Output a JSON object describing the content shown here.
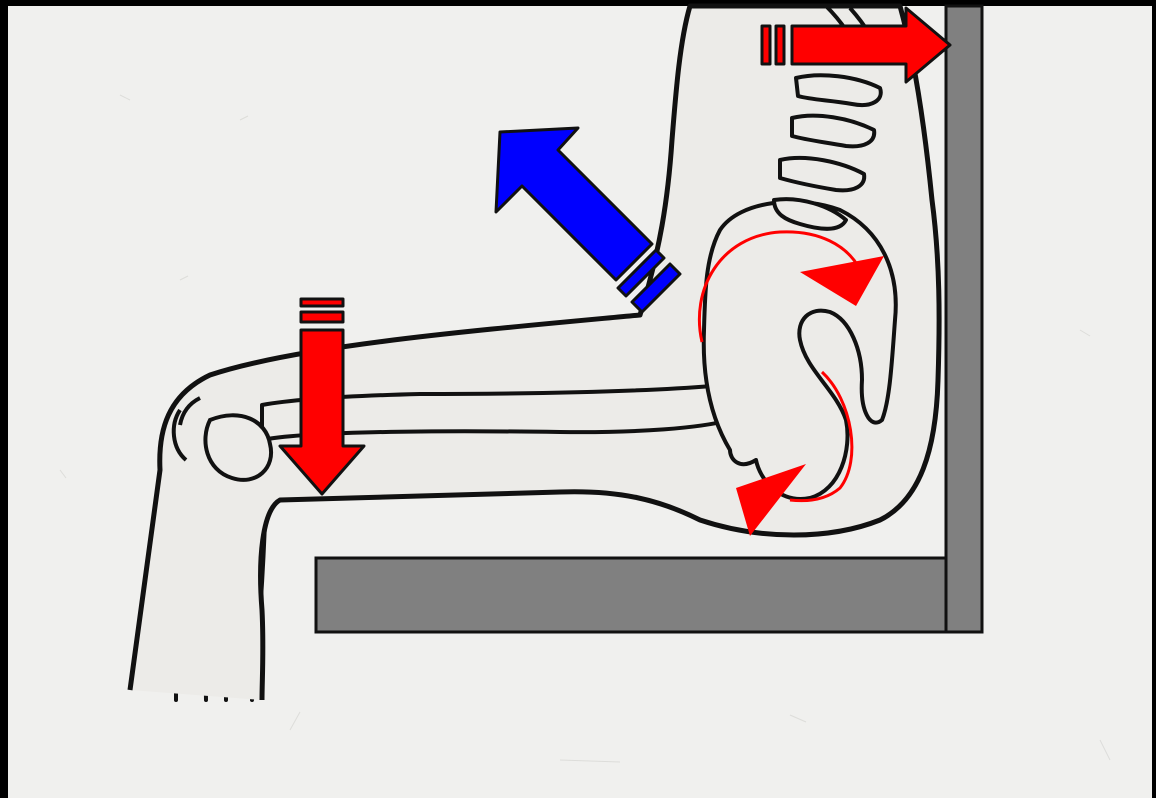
{
  "diagram": {
    "subject": "seated-posture-force-diagram",
    "colors": {
      "background_frame": "#000000",
      "paper": "#f0f0ee",
      "outline": "#111111",
      "chair": "#808080",
      "force_red": "#ff0000",
      "force_blue": "#0000ff"
    },
    "elements": {
      "seat": "chair-seat",
      "backrest": "chair-backrest",
      "body": "seated-body-outline",
      "femur": "femur-bone",
      "knee": "knee-joint",
      "tibia": "lower-leg-bones",
      "spine": "spine-vertebrae",
      "pelvis": "pelvis-bone",
      "arrow_back": "red-arrow-right",
      "arrow_thigh": "red-arrow-down",
      "arrow_up": "blue-arrow-up-left",
      "rotation_upper": "red-rotation-arrow-upper",
      "rotation_lower": "red-rotation-arrow-lower"
    }
  }
}
